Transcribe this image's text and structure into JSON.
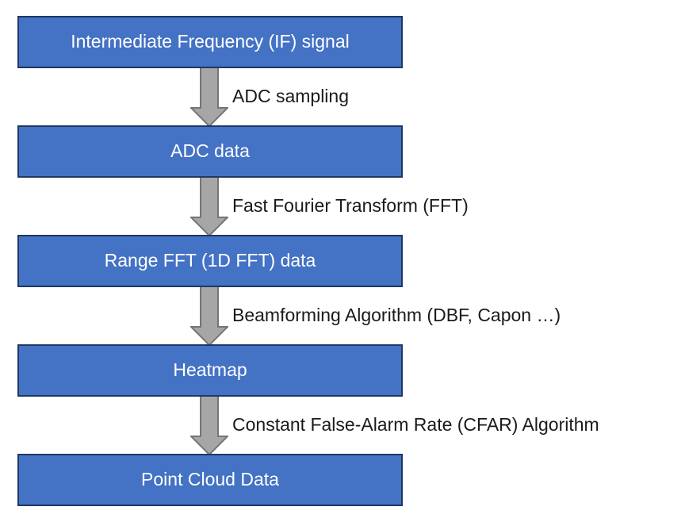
{
  "diagram": {
    "boxes": [
      {
        "label": "Intermediate Frequency (IF) signal"
      },
      {
        "label": "ADC data"
      },
      {
        "label": "Range FFT (1D FFT) data"
      },
      {
        "label": "Heatmap"
      },
      {
        "label": "Point Cloud Data"
      }
    ],
    "transitions": [
      {
        "label": "ADC sampling"
      },
      {
        "label": "Fast Fourier Transform (FFT)"
      },
      {
        "label": "Beamforming Algorithm (DBF, Capon …)"
      },
      {
        "label": "Constant False-Alarm Rate (CFAR) Algorithm"
      }
    ]
  },
  "colors": {
    "background": "#FFFFFF",
    "box_fill": "#4472C4",
    "box_border": "#1F3864",
    "box_text": "#FFFFFF",
    "arrow_fill": "#A6A6A6",
    "arrow_border": "#757575",
    "label_text": "#1A1A1A"
  }
}
